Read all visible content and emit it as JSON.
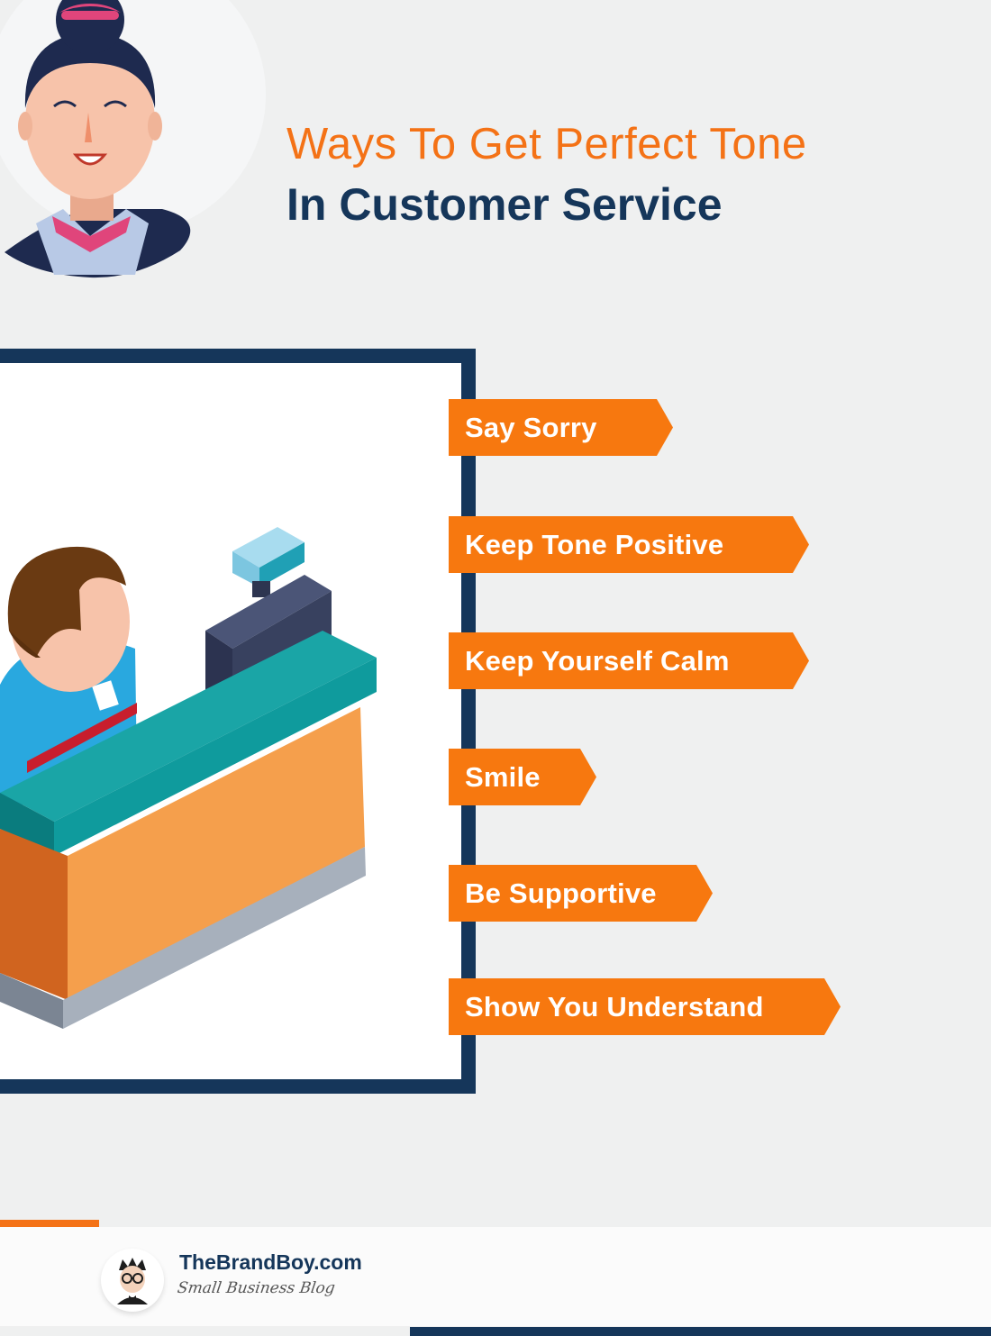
{
  "header": {
    "title_line1": "Ways To Get Perfect Tone",
    "title_line2": "In Customer Service"
  },
  "tips": [
    "Say Sorry",
    "Keep Tone Positive",
    "Keep Yourself Calm",
    "Smile",
    "Be Supportive",
    "Show You Understand"
  ],
  "footer": {
    "brand_name": "TheBrandBoy.com",
    "tagline": "Small Business Blog"
  },
  "colors": {
    "accent_orange": "#f7780f",
    "navy": "#15365a",
    "background": "#eff0f0"
  },
  "icons": [
    "woman-avatar-illustration",
    "receptionist-desk-illustration",
    "brand-logo-icon"
  ]
}
